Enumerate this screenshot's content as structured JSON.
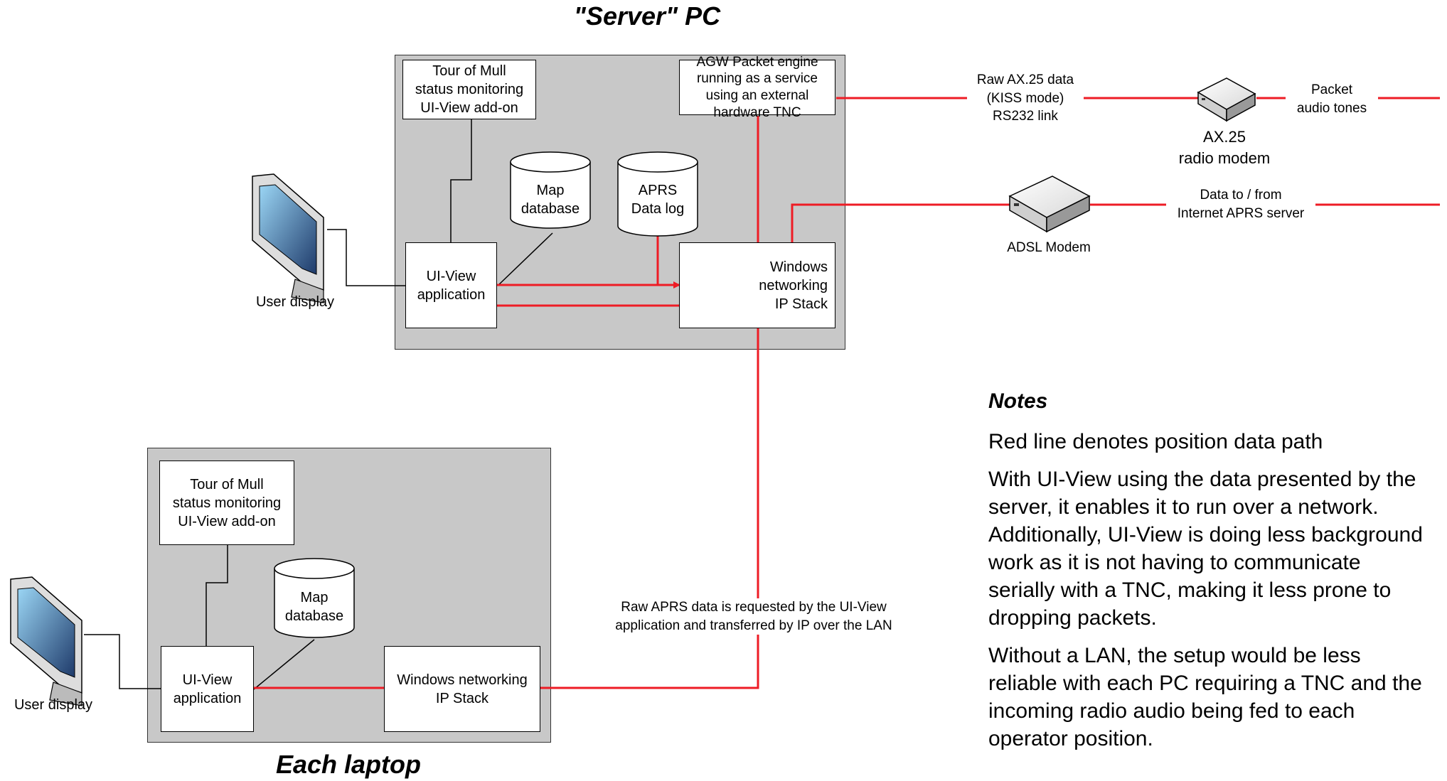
{
  "server": {
    "title": "\"Server\" PC",
    "tour_box": "Tour of Mull\nstatus monitoring\nUI-View add-on",
    "agw_box": "AGW Packet engine\nrunning as a service\nusing an external\nhardware TNC",
    "map_db": "Map\ndatabase",
    "aprs_log": "APRS\nData log",
    "uiview_box": "UI-View\napplication",
    "winnet_box": "Windows\nnetworking\nIP Stack",
    "user_display": "User display"
  },
  "laptop": {
    "title": "Each laptop",
    "tour_box": "Tour of Mull\nstatus monitoring\nUI-View add-on",
    "map_db": "Map\ndatabase",
    "uiview_box": "UI-View\napplication",
    "winnet_box": "Windows networking\nIP Stack",
    "user_display": "User display"
  },
  "links": {
    "raw_ax25": "Raw AX.25 data\n(KISS mode)\nRS232 link",
    "packet_tones": "Packet\naudio tones",
    "ax25_modem": "AX.25\nradio modem",
    "data_to_from": "Data to / from\nInternet APRS server",
    "adsl_modem": "ADSL Modem",
    "lan_caption": "Raw APRS data is requested by the UI-View\napplication and transferred by IP over the LAN"
  },
  "notes": {
    "heading": "Notes",
    "p1": "Red line denotes position data path",
    "p2": "With UI-View using the data presented by the server, it enables it to run over a network. Additionally, UI-View is doing less background work as it is not having to communicate serially with a TNC, making it less prone to dropping packets.",
    "p3": "Without a LAN, the setup would be less reliable with each PC requiring a TNC and the incoming radio audio being fed to each operator position."
  },
  "colors": {
    "data_path": "#ee1c25",
    "panel": "#c8c8c8"
  }
}
